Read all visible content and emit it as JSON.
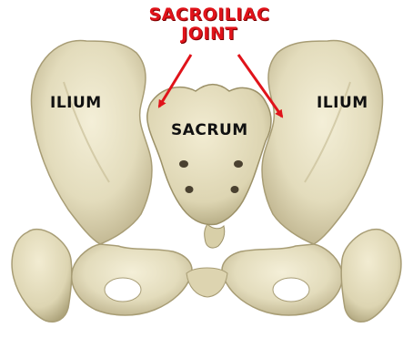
{
  "labels": {
    "joint_line1": "SACROILIAC",
    "joint_line2": "JOINT",
    "ilium_left": "ILIUM",
    "ilium_right": "ILIUM",
    "sacrum": "SACRUM"
  },
  "colors": {
    "label_red": "#e0131a",
    "label_dark": "#111111",
    "bone": "#e8e2c4",
    "bone_shadow": "#b7ad86",
    "background": "#ffffff"
  }
}
